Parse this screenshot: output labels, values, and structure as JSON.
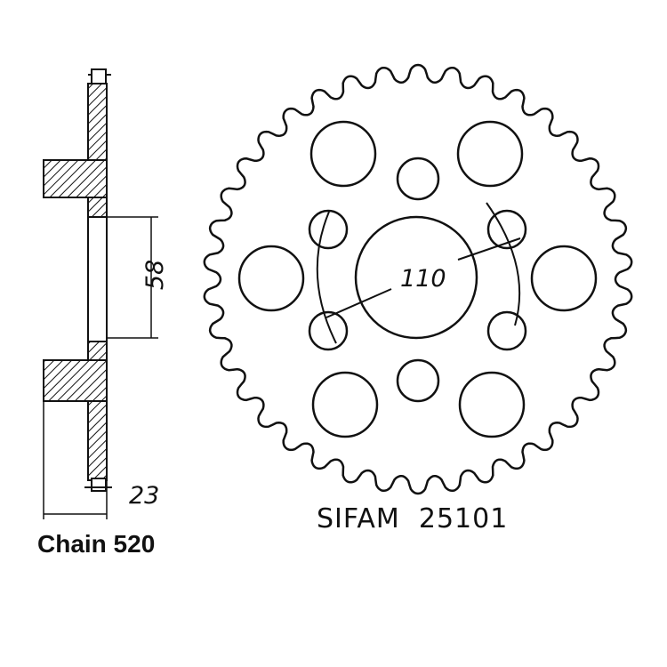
{
  "diagram": {
    "side_view": {
      "dimension_offset": "58",
      "dimension_width": "23",
      "chain_label": "Chain 520"
    },
    "front_view": {
      "bolt_circle_diameter": "110",
      "teeth": 38
    },
    "brand_label": "SIFAM  25101"
  },
  "colors": {
    "line": "#111111",
    "background": "#ffffff"
  }
}
